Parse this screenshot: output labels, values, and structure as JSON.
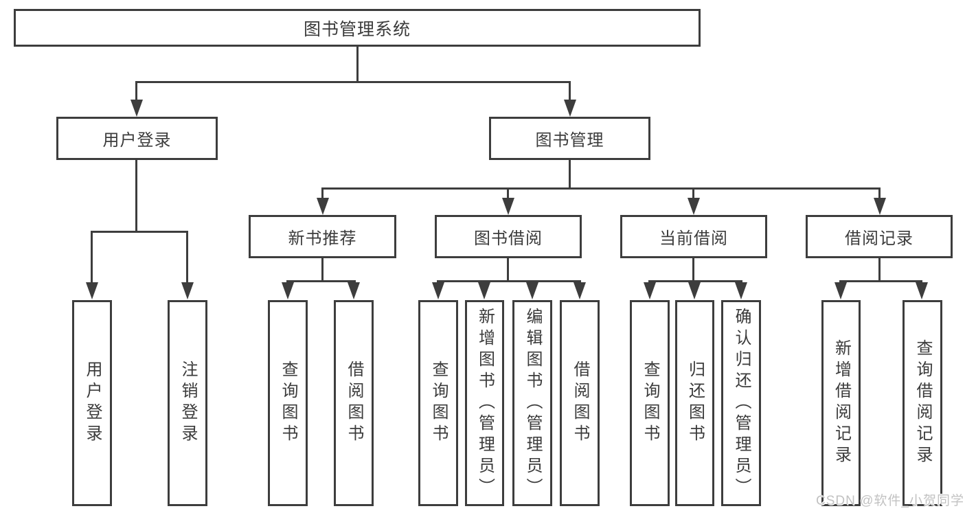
{
  "diagram": {
    "root": {
      "label": "图书管理系统"
    },
    "level2": {
      "user_login": {
        "label": "用户登录"
      },
      "book_management": {
        "label": "图书管理"
      }
    },
    "level3": {
      "new_book_recommend": {
        "label": "新书推荐"
      },
      "book_borrowing": {
        "label": "图书借阅"
      },
      "current_borrowing": {
        "label": "当前借阅"
      },
      "borrowing_records": {
        "label": "借阅记录"
      }
    },
    "leaves": {
      "user_login": [
        {
          "label": "用户登录"
        },
        {
          "label": "注销登录"
        }
      ],
      "new_book_recommend": [
        {
          "label": "查询图书"
        },
        {
          "label": "借阅图书"
        }
      ],
      "book_borrowing": [
        {
          "label": "查询图书"
        },
        {
          "label": "新增图书（管理员）"
        },
        {
          "label": "编辑图书（管理员）"
        },
        {
          "label": "借阅图书"
        }
      ],
      "current_borrowing": [
        {
          "label": "查询图书"
        },
        {
          "label": "归还图书"
        },
        {
          "label": "确认归还（管理员）"
        }
      ],
      "borrowing_records": [
        {
          "label": "新增借阅记录"
        },
        {
          "label": "查询借阅记录"
        }
      ]
    }
  },
  "watermark": {
    "text": "CSDN @软件_小贺同学"
  },
  "colors": {
    "line": "#3d3d3d",
    "text": "#3b3b3b",
    "background": "#ffffff",
    "watermark": "#c2c2c2"
  }
}
